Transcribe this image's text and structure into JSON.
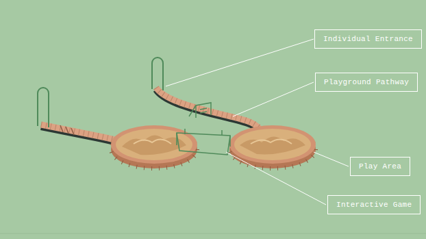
{
  "diagram": {
    "nodes": [
      {
        "text": [
          "Individual Entrance"
        ]
      },
      {
        "text": [
          "Playground Pathway"
        ]
      },
      {
        "text": [
          "Play Area"
        ]
      },
      {
        "text": [
          "Interactive Game"
        ]
      }
    ]
  }
}
